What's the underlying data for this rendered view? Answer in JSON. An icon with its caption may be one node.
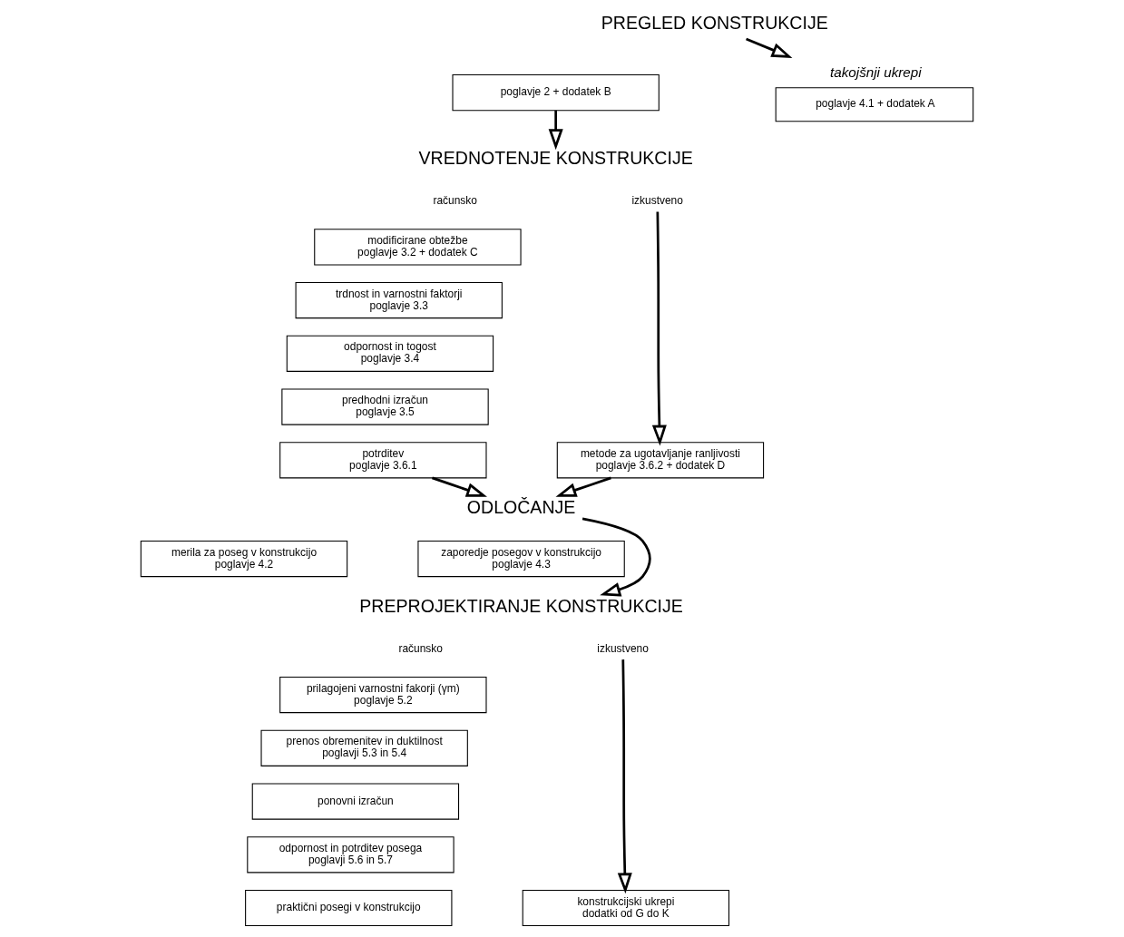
{
  "diagram": {
    "nodes": [
      {
        "text": [
          "PREGLED KONSTRUKCIJE"
        ]
      },
      {
        "text": [
          "poglavje 2 + dodatek B"
        ]
      },
      {
        "text": [
          "VREDNOTENJE KONSTRUKCIJE"
        ]
      },
      {
        "text": [
          "takojšnji ukrepi",
          "poglavje 4.1 + dodatek A"
        ]
      },
      {
        "text": [
          "modificirane obtežbe poglavje 3.2 + dodatek C"
        ]
      },
      {
        "text": [
          "trdnost in varnostni faktorji poglavje 3.3"
        ]
      },
      {
        "text": [
          "odpornost in togost poglavje 3.4"
        ]
      },
      {
        "text": [
          "predhodni izračun poglavje 3.5"
        ]
      },
      {
        "text": [
          "potrditev poglavje 3.6.1"
        ]
      },
      {
        "text": [
          "izkustveno"
        ]
      },
      {
        "text": [
          "metode za ugotavljanje ranljivosti poglavje 3.6.2 + dodatek D"
        ]
      },
      {
        "text": [
          "ODLOČANJE"
        ]
      },
      {
        "text": [
          "merila za poseg v konstrukcijo poglavje 4.2"
        ]
      },
      {
        "text": [
          "zaporedje posegov v konstrukcijo poglavje 4.3"
        ]
      },
      {
        "text": [
          "PREPROJEKTIRANJE KONSTRUKCIJE"
        ]
      },
      {
        "text": [
          "prilagojeni varnostni fakorji (γm) poglavje 5.2"
        ]
      },
      {
        "text": [
          "prenos obremenitev in duktilnost poglavji 5.3 in 5.4"
        ]
      },
      {
        "text": [
          "ponovni izračun"
        ]
      },
      {
        "text": [
          "odpornost in potrditev posega poglavji 5.6 in 5.7"
        ]
      },
      {
        "text": [
          "praktični posegi v konstrukcijo"
        ]
      },
      {
        "text": [
          "izkustveno"
        ]
      },
      {
        "text": [
          "konstrukcijski ukrepi dodatki od G do K"
        ]
      }
    ],
    "edges": [
      {
        "from": 1,
        "to": 2,
        "arrow": "to"
      },
      {
        "from": 0,
        "to": 3,
        "arrow": "to"
      },
      {
        "from": 9,
        "to": 10,
        "arrow": "to"
      },
      {
        "from": 8,
        "to": 11,
        "arrow": "to"
      },
      {
        "from": 10,
        "to": 11,
        "arrow": "to"
      },
      {
        "from": 11,
        "to": 14,
        "arrow": "to"
      },
      {
        "from": 20,
        "to": 21,
        "arrow": "to"
      }
    ],
    "labels": [
      "računsko",
      "računsko"
    ]
  }
}
